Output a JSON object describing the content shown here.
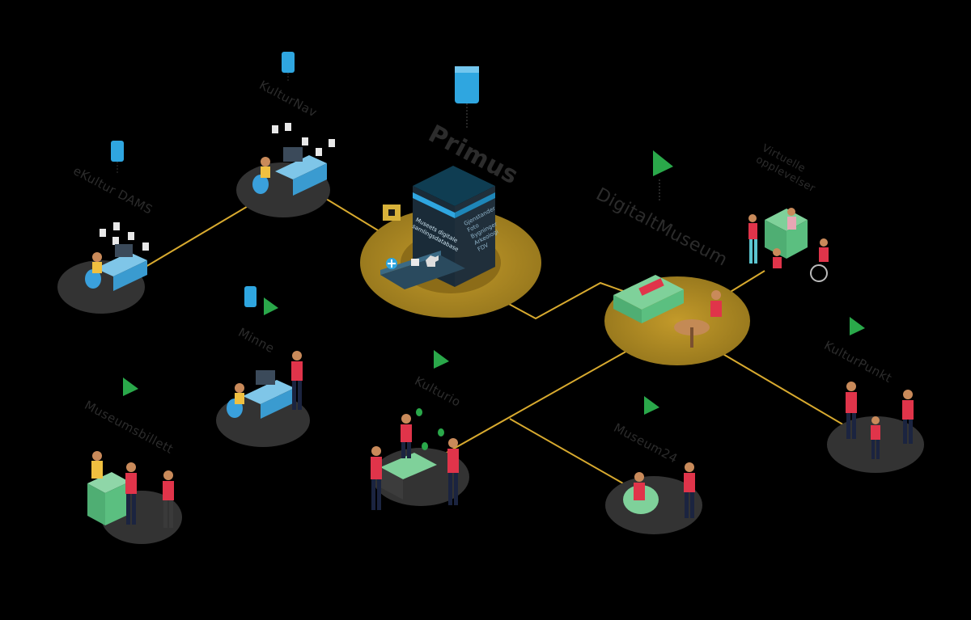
{
  "nodes": {
    "primus": "Primus",
    "kulturnav": "KulturNav",
    "ekultur_dams": "eKultur DAMS",
    "digitalt_museum": "DigitaltMuseum",
    "virtuelle": "Virtuelle\nopplevelser",
    "minne": "Minne",
    "kulturio": "Kulturio",
    "museumsbillett": "Museumsbillett",
    "museum24": "Museum24",
    "kulturpunkt": "KulturPunkt"
  },
  "server": {
    "front_text": "Museets digitale\nsamlingsdatabase",
    "side_text": "Gjenstander\nFoto\nBygninger\nArkeologi\nFDV"
  },
  "colors": {
    "background": "#000000",
    "line": "#d8aa2f",
    "gold_disc": "#b08a23",
    "platform": "#333333",
    "doc_icon": "#2fa6e0",
    "triangle_icon": "#2aa84a",
    "person_shirt": "#e0344a"
  }
}
